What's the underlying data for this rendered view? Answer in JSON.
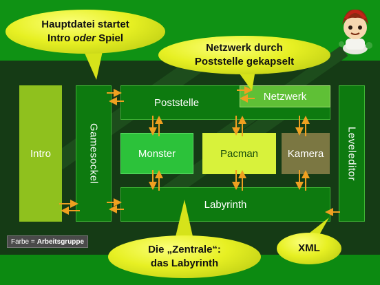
{
  "bubbles": {
    "top_line1": "Hauptdatei startet",
    "top_line2_a": "Intro ",
    "top_line2_b": "oder",
    "top_line2_c": " Spiel",
    "net_line1": "Netzwerk durch",
    "net_line2": "Poststelle gekapselt",
    "zent_line1": "Die „Zentrale“:",
    "zent_line2": "das Labyrinth",
    "xml": "XML"
  },
  "boxes": {
    "intro": "Intro",
    "gamesockel": "Gamesockel",
    "poststelle": "Poststelle",
    "netzwerk": "Netzwerk",
    "monster": "Monster",
    "pacman": "Pacman",
    "kamera": "Kamera",
    "labyrinth": "Labyrinth",
    "leveleditor": "Leveleditor"
  },
  "legend": {
    "prefix": "Farbe = ",
    "bold": "Arbeitsgruppe"
  },
  "colors": {
    "background": "#0d8a12",
    "box_dark": "#0d7a0f",
    "intro": "#8fc11e",
    "monster": "#2cc23a",
    "pacman": "#d8f23b",
    "kamera": "#7b7742",
    "netzwerk": "#5fc036",
    "arrow": "#f0a020",
    "bubble": "#e7f023"
  }
}
